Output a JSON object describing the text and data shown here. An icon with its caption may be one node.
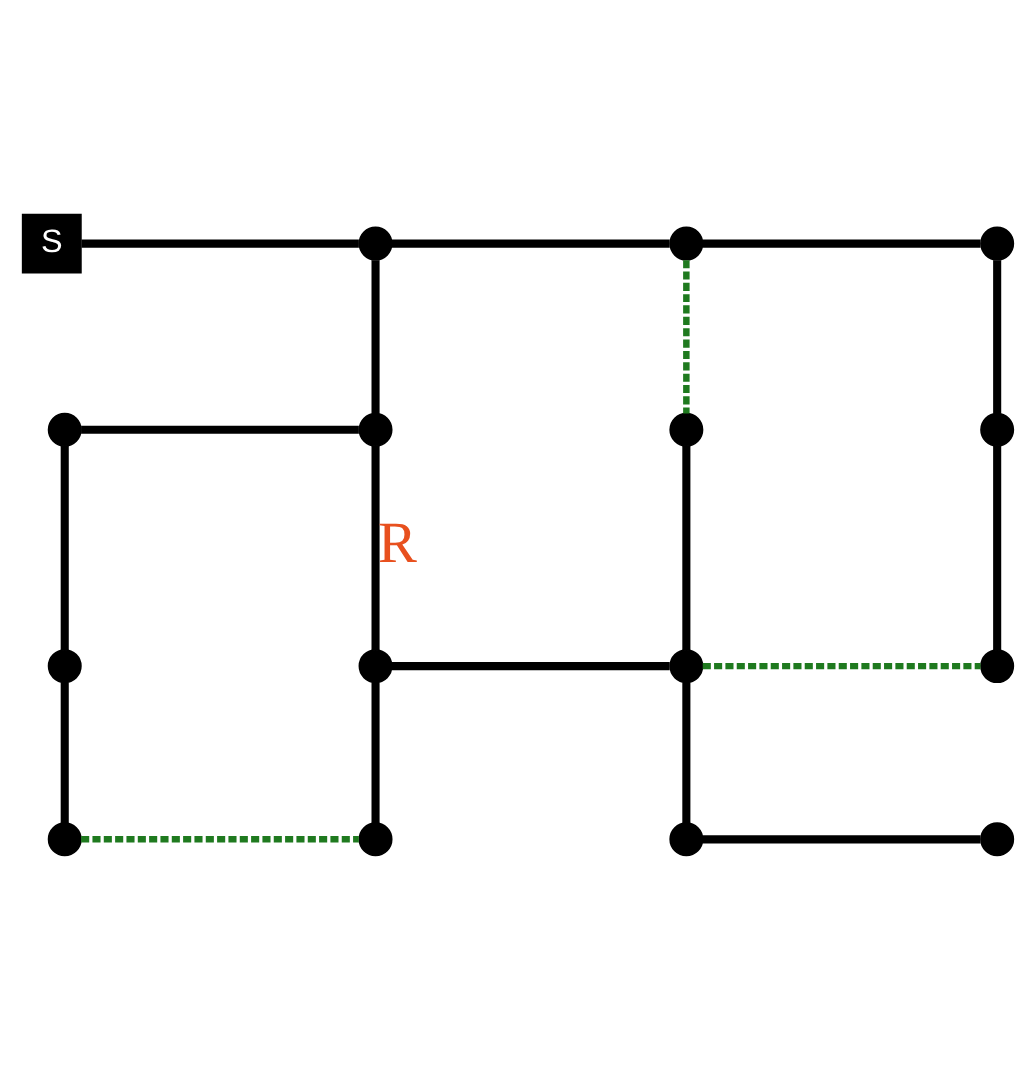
{
  "diagram": {
    "nodes": [
      {
        "text": [
          "S"
        ]
      },
      {
        "text": [],
        "shape": "circle"
      },
      {
        "text": [],
        "shape": "circle"
      },
      {
        "text": [],
        "shape": "circle"
      },
      {
        "text": [],
        "shape": "circle"
      },
      {
        "text": [],
        "shape": "circle"
      },
      {
        "text": [],
        "shape": "circle"
      },
      {
        "text": [],
        "shape": "circle"
      },
      {
        "text": [],
        "shape": "circle"
      },
      {
        "text": [],
        "shape": "circle"
      },
      {
        "text": [],
        "shape": "circle"
      },
      {
        "text": [],
        "shape": "circle"
      },
      {
        "text": [],
        "shape": "circle"
      },
      {
        "text": [],
        "shape": "circle"
      },
      {
        "text": [],
        "shape": "circle"
      },
      {
        "text": [],
        "shape": "circle"
      }
    ],
    "edges": [
      {
        "from": 0,
        "to": 1,
        "arrow": "none"
      },
      {
        "from": 1,
        "to": 2,
        "arrow": "none"
      },
      {
        "from": 2,
        "to": 3,
        "arrow": "none"
      },
      {
        "from": 1,
        "to": 5,
        "arrow": "none"
      },
      {
        "from": 2,
        "to": 6,
        "arrow": "none",
        "style": "dashed",
        "color": "#1f7a1f"
      },
      {
        "from": 3,
        "to": 7,
        "arrow": "none"
      },
      {
        "from": 4,
        "to": 5,
        "arrow": "none"
      },
      {
        "from": 4,
        "to": 8,
        "arrow": "none"
      },
      {
        "from": 5,
        "to": 9,
        "arrow": "none",
        "label": "R"
      },
      {
        "from": 6,
        "to": 10,
        "arrow": "none"
      },
      {
        "from": 7,
        "to": 11,
        "arrow": "none"
      },
      {
        "from": 9,
        "to": 10,
        "arrow": "none"
      },
      {
        "from": 10,
        "to": 11,
        "arrow": "none",
        "style": "dashed",
        "color": "#1f7a1f"
      },
      {
        "from": 8,
        "to": 12,
        "arrow": "none"
      },
      {
        "from": 9,
        "to": 13,
        "arrow": "none"
      },
      {
        "from": 10,
        "to": 14,
        "arrow": "none"
      },
      {
        "from": 12,
        "to": 13,
        "arrow": "none",
        "style": "dashed",
        "color": "#1f7a1f"
      },
      {
        "from": 14,
        "to": 15,
        "arrow": "none"
      }
    ]
  }
}
